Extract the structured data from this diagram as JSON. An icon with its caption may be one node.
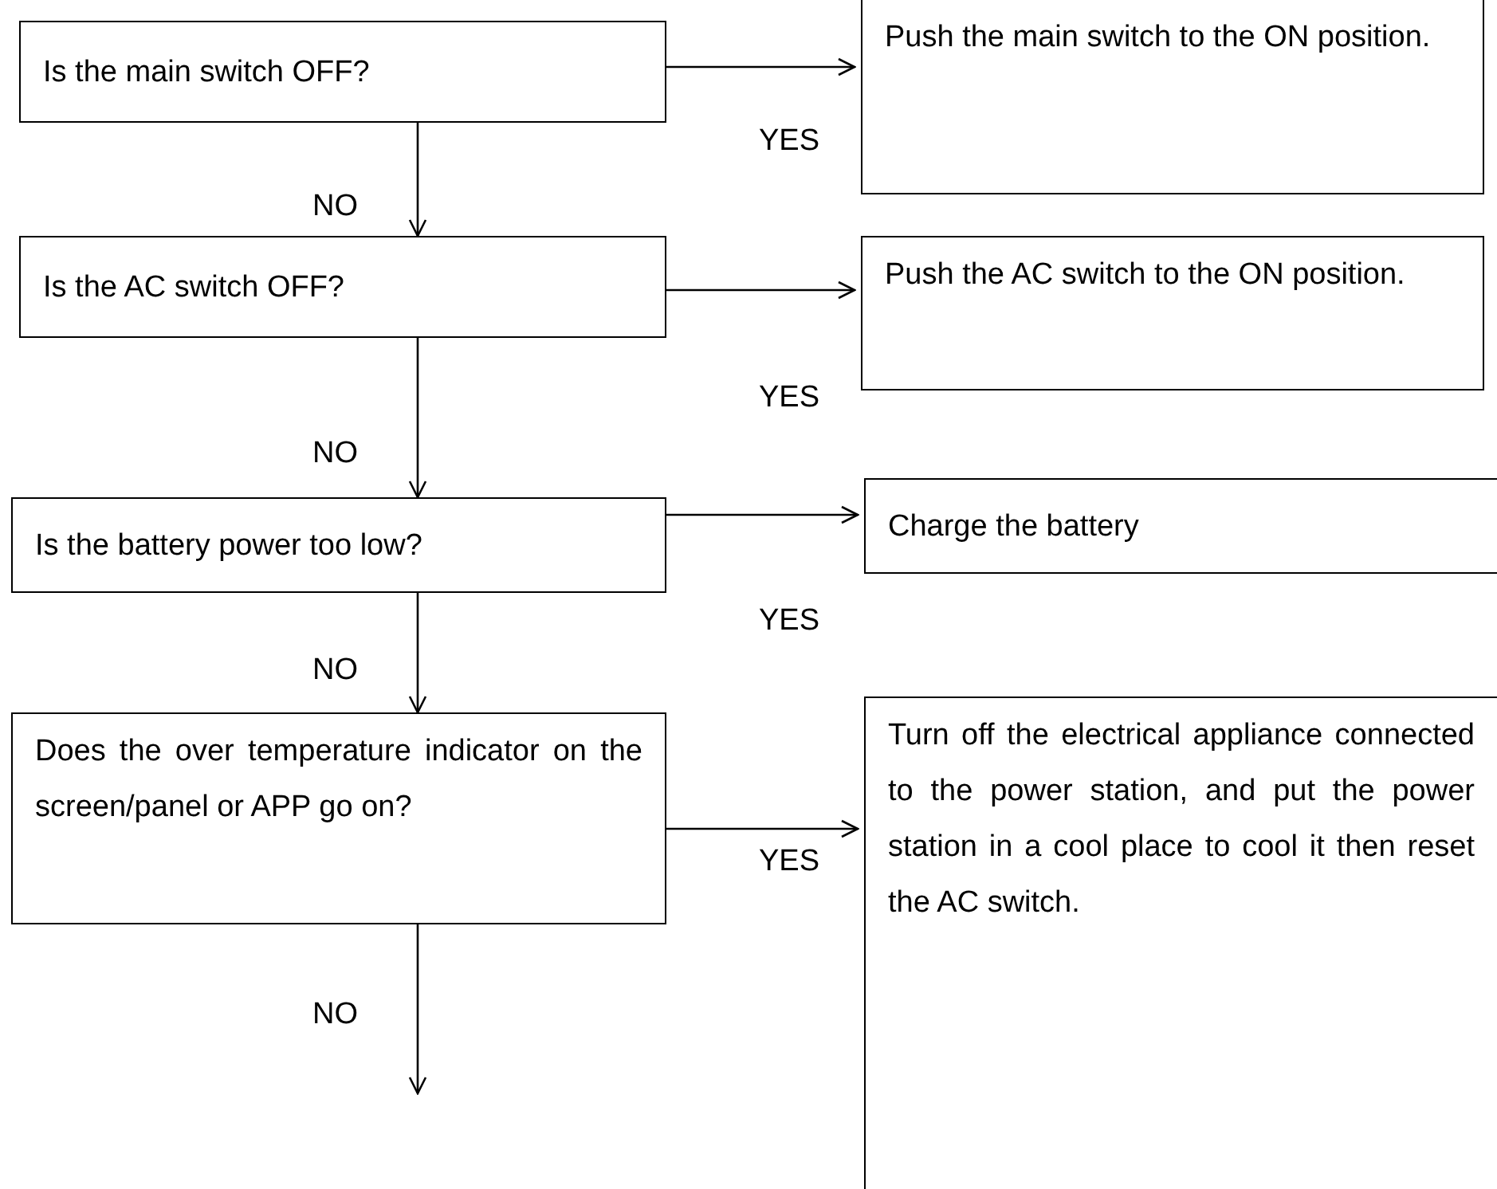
{
  "diagram": {
    "nodes": [
      {
        "text": [
          "Is the main switch OFF?"
        ]
      },
      {
        "text": [
          "Push the main switch to the ON position."
        ]
      },
      {
        "text": [
          "Is the AC switch OFF?"
        ]
      },
      {
        "text": [
          "Push the AC switch to the ON position."
        ]
      },
      {
        "text": [
          "Is the battery power too low?"
        ]
      },
      {
        "text": [
          "Charge the battery"
        ]
      },
      {
        "text": [
          "Does the over temperature indicator on the screen/panel or APP go on?"
        ]
      },
      {
        "text": [
          "Turn off the electrical appliance connected to the power station, and put the power station in a cool place to cool it then reset the AC switch."
        ]
      }
    ],
    "edges": [
      {
        "from": 0,
        "to": 1,
        "arrow": "to",
        "label": "YES"
      },
      {
        "from": 0,
        "to": 2,
        "arrow": "to",
        "label": "NO"
      },
      {
        "from": 2,
        "to": 3,
        "arrow": "to",
        "label": "YES"
      },
      {
        "from": 2,
        "to": 4,
        "arrow": "to",
        "label": "NO"
      },
      {
        "from": 4,
        "to": 5,
        "arrow": "to",
        "label": "YES"
      },
      {
        "from": 4,
        "to": 6,
        "arrow": "to",
        "label": "NO"
      },
      {
        "from": 6,
        "to": 7,
        "arrow": "to",
        "label": "YES"
      },
      {
        "from": 6,
        "to": null,
        "arrow": "to",
        "label": "NO"
      }
    ]
  }
}
